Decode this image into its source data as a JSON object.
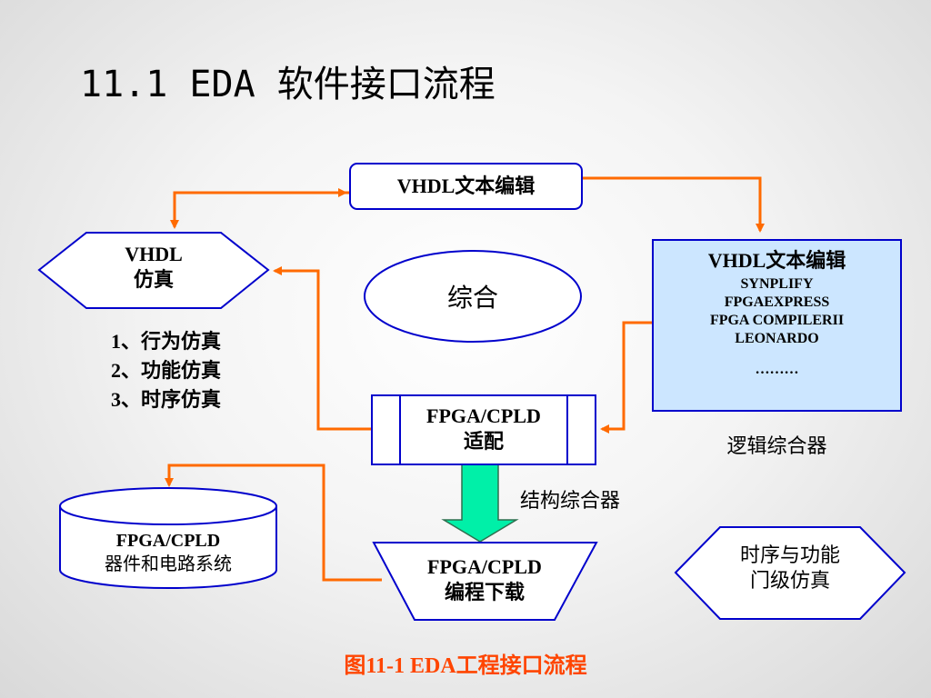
{
  "page": {
    "title": "11.1  EDA 软件接口流程"
  },
  "nodes": {
    "vhdl_edit_top": "VHDL文本编辑",
    "vhdl_sim": {
      "line1": "VHDL",
      "line2": "仿真"
    },
    "synthesis": "综合",
    "synth_tools": {
      "title": "VHDL文本编辑",
      "items": [
        "SYNPLIFY",
        "FPGAEXPRESS",
        "FPGA COMPILERII",
        "LEONARDO",
        "………"
      ]
    },
    "logic_synth_label": "逻辑综合器",
    "sim_types": [
      "1、行为仿真",
      "2、功能仿真",
      "3、时序仿真"
    ],
    "fit": {
      "line1": "FPGA/CPLD",
      "line2": "适配"
    },
    "struct_synth_label": "结构综合器",
    "device": {
      "line1": "FPGA/CPLD",
      "line2": "器件和电路系统"
    },
    "download": {
      "line1": "FPGA/CPLD",
      "line2": "编程下载"
    },
    "gate_sim": {
      "line1": "时序与功能",
      "line2": "门级仿真"
    }
  },
  "caption": "图11-1  EDA工程接口流程",
  "colors": {
    "arrow": "#ff6a00",
    "shape_stroke": "#0000cc",
    "synth_box_fill": "#cce6ff",
    "down_arrow_fill": "#00f0a8",
    "caption": "#ff4500"
  }
}
